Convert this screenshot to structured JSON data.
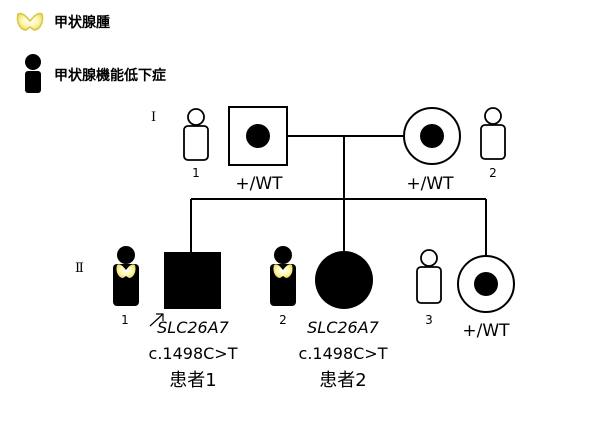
{
  "legend": {
    "goiter_label": "甲状腺腫",
    "hypothyroid_label": "甲状腺機能低下症"
  },
  "generations": {
    "g1": "I",
    "g2": "Ⅱ"
  },
  "gen1": {
    "left_person_number": "1",
    "father_genotype": "+/WT",
    "mother_genotype": "+/WT",
    "right_person_number": "2"
  },
  "gen2": {
    "p1": {
      "number": "1",
      "gene": "SLC26A7",
      "variant": "c.1498C>T",
      "label": "患者1"
    },
    "p2": {
      "number": "2",
      "gene": "SLC26A7",
      "variant": "c.1498C>T",
      "label": "患者2"
    },
    "p3": {
      "number": "3"
    },
    "p4": {
      "genotype": "+/WT"
    }
  },
  "colors": {
    "line": "#000000",
    "affected": "#000000",
    "goiter": "#fff7b0",
    "background": "#ffffff"
  }
}
